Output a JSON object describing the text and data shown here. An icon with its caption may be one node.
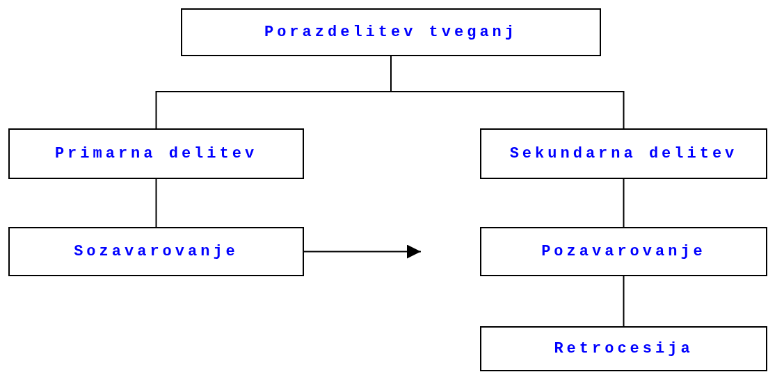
{
  "diagram": {
    "nodes": [
      {
        "text": [
          "Porazdelitev tveganj"
        ]
      },
      {
        "text": [
          "Primarna delitev"
        ]
      },
      {
        "text": [
          "Sekundarna delitev"
        ]
      },
      {
        "text": [
          "Sozavarovanje"
        ]
      },
      {
        "text": [
          "Pozavarovanje"
        ]
      },
      {
        "text": [
          "Retrocesija"
        ]
      }
    ],
    "edges": [
      {
        "from": 0,
        "to": 1,
        "arrow": "none"
      },
      {
        "from": 0,
        "to": 2,
        "arrow": "none"
      },
      {
        "from": 1,
        "to": 3,
        "arrow": "none"
      },
      {
        "from": 3,
        "to": null,
        "arrow": "to"
      },
      {
        "from": 2,
        "to": 4,
        "arrow": "none"
      },
      {
        "from": 4,
        "to": 5,
        "arrow": "none"
      }
    ]
  }
}
